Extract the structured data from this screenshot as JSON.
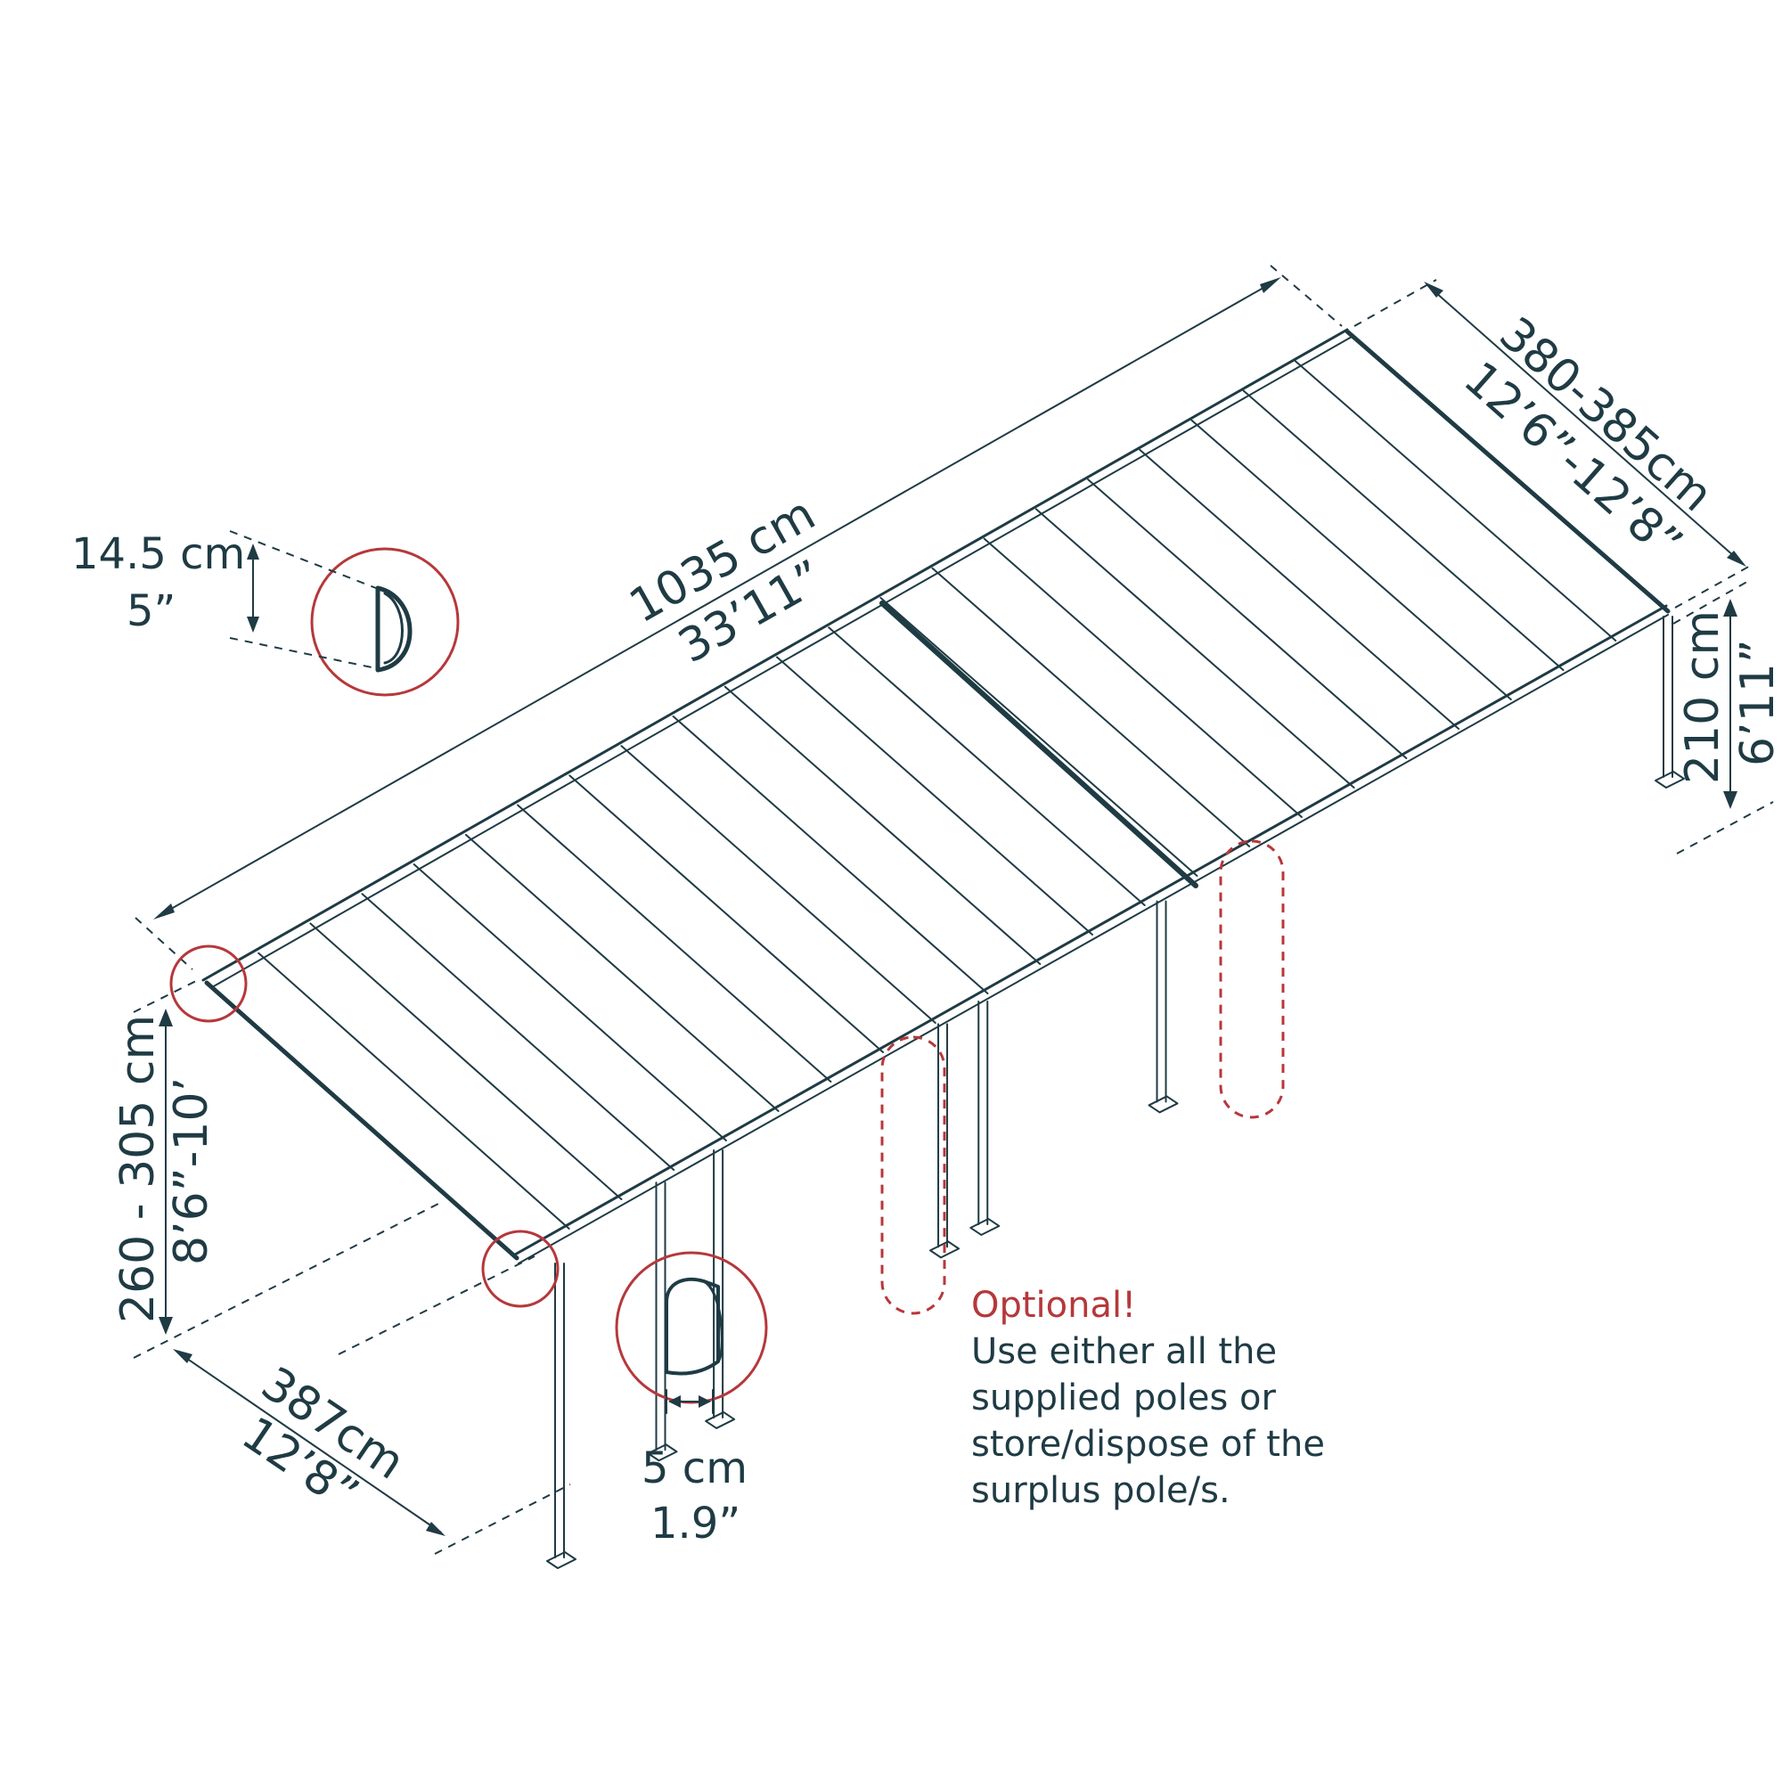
{
  "dimensions": {
    "length": {
      "metric": "1035 cm",
      "imperial": "33’11”"
    },
    "depth_top": {
      "metric": "380-385cm",
      "imperial": "12’6”-12’8”"
    },
    "height_back": {
      "metric": "210 cm",
      "imperial": "6’11”"
    },
    "height_front": {
      "metric": "260 - 305 cm",
      "imperial": "8’6”-10’"
    },
    "depth_bottom": {
      "metric": "387cm",
      "imperial": "12’8”"
    },
    "gutter": {
      "metric": "14.5 cm",
      "imperial": "5”"
    },
    "pole": {
      "metric": "5 cm",
      "imperial": "1.9”"
    }
  },
  "note": {
    "title": "Optional!",
    "lines": [
      "Use either all the",
      "supplied poles or",
      "store/dispose of the",
      "surplus pole/s."
    ]
  },
  "colors": {
    "ink": "#1f3b44",
    "accent": "#b5383b",
    "background": "#ffffff"
  }
}
